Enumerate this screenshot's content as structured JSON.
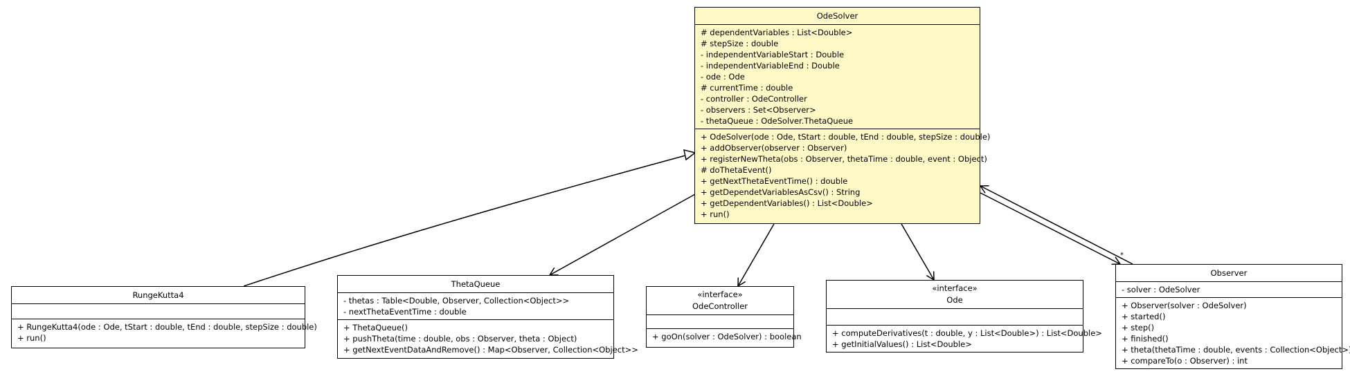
{
  "classes": {
    "odesolver": {
      "name": "OdeSolver",
      "attributes": [
        "# dependentVariables : List<Double>",
        "# stepSize : double",
        "- independentVariableStart : Double",
        "- independentVariableEnd : Double",
        "- ode : Ode",
        "# currentTime : double",
        "- controller : OdeController",
        "- observers : Set<Observer>",
        "- thetaQueue : OdeSolver.ThetaQueue"
      ],
      "operations": [
        "+ OdeSolver(ode : Ode, tStart : double, tEnd : double, stepSize : double)",
        "+ addObserver(observer : Observer)",
        "+ registerNewTheta(obs : Observer, thetaTime : double, event : Object)",
        "# doThetaEvent()",
        "+ getNextThetaEventTime() : double",
        "+ getDependetVariablesAsCsv() : String",
        "+ getDependentVariables() : List<Double>",
        "+ run()"
      ]
    },
    "rungekutta4": {
      "name": "RungeKutta4",
      "operations": [
        "+ RungeKutta4(ode : Ode, tStart : double, tEnd : double, stepSize : double)",
        "+ run()"
      ]
    },
    "thetaqueue": {
      "name": "ThetaQueue",
      "attributes": [
        "- thetas : Table<Double, Observer, Collection<Object>>",
        "- nextThetaEventTime : double"
      ],
      "operations": [
        "+ ThetaQueue()",
        "+ pushTheta(time : double, obs : Observer, theta : Object)",
        "+ getNextEventDataAndRemove() : Map<Observer, Collection<Object>>"
      ]
    },
    "odecontroller": {
      "stereotype": "«interface»",
      "name": "OdeController",
      "operations": [
        "+ goOn(solver : OdeSolver) : boolean"
      ]
    },
    "ode": {
      "stereotype": "«interface»",
      "name": "Ode",
      "operations": [
        "+ computeDerivatives(t : double, y : List<Double>) : List<Double>",
        "+ getInitialValues() : List<Double>"
      ]
    },
    "observer": {
      "name": "Observer",
      "attributes": [
        "- solver : OdeSolver"
      ],
      "operations": [
        "+ Observer(solver : OdeSolver)",
        "+ started()",
        "+ step()",
        "+ finished()",
        "+ theta(thetaTime : double, events : Collection<Object>)",
        "+ compareTo(o : Observer) : int"
      ]
    }
  },
  "edges": {
    "observers_multiplicity": "*"
  },
  "colors": {
    "main_class_fill": "#fff9c8",
    "class_fill": "#ffffff",
    "stroke": "#000000"
  }
}
